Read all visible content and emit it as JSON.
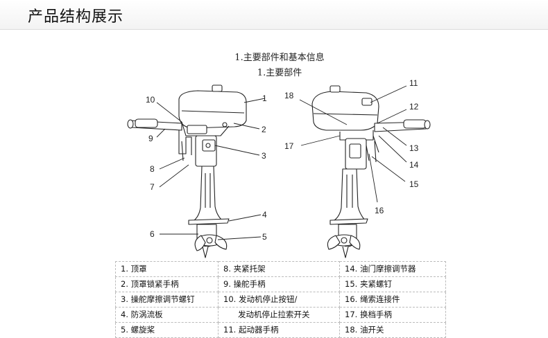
{
  "header": {
    "title": "产品结构展示"
  },
  "doc": {
    "title": "1.主要部件和基本信息",
    "subtitle": "1.主要部件"
  },
  "callouts_left": [
    "1",
    "2",
    "3",
    "4",
    "5",
    "6",
    "7",
    "8",
    "9",
    "10"
  ],
  "callouts_right": [
    "11",
    "12",
    "13",
    "14",
    "15",
    "16",
    "17",
    "18"
  ],
  "parts_table": [
    [
      "1. 顶罩",
      "8. 夹紧托架",
      "14. 油门摩擦调节器"
    ],
    [
      "2. 顶罩锁紧手柄",
      "9. 操舵手柄",
      "15. 夹紧螺钉"
    ],
    [
      "3. 操舵摩擦调节螺钉",
      "10. 发动机停止按钮/",
      "16. 绳索连接件"
    ],
    [
      "4. 防涡流板",
      "发动机停止拉索开关",
      "17. 换档手柄"
    ],
    [
      "5. 螺旋桨",
      "11. 起动器手柄",
      "18. 油开关"
    ]
  ]
}
